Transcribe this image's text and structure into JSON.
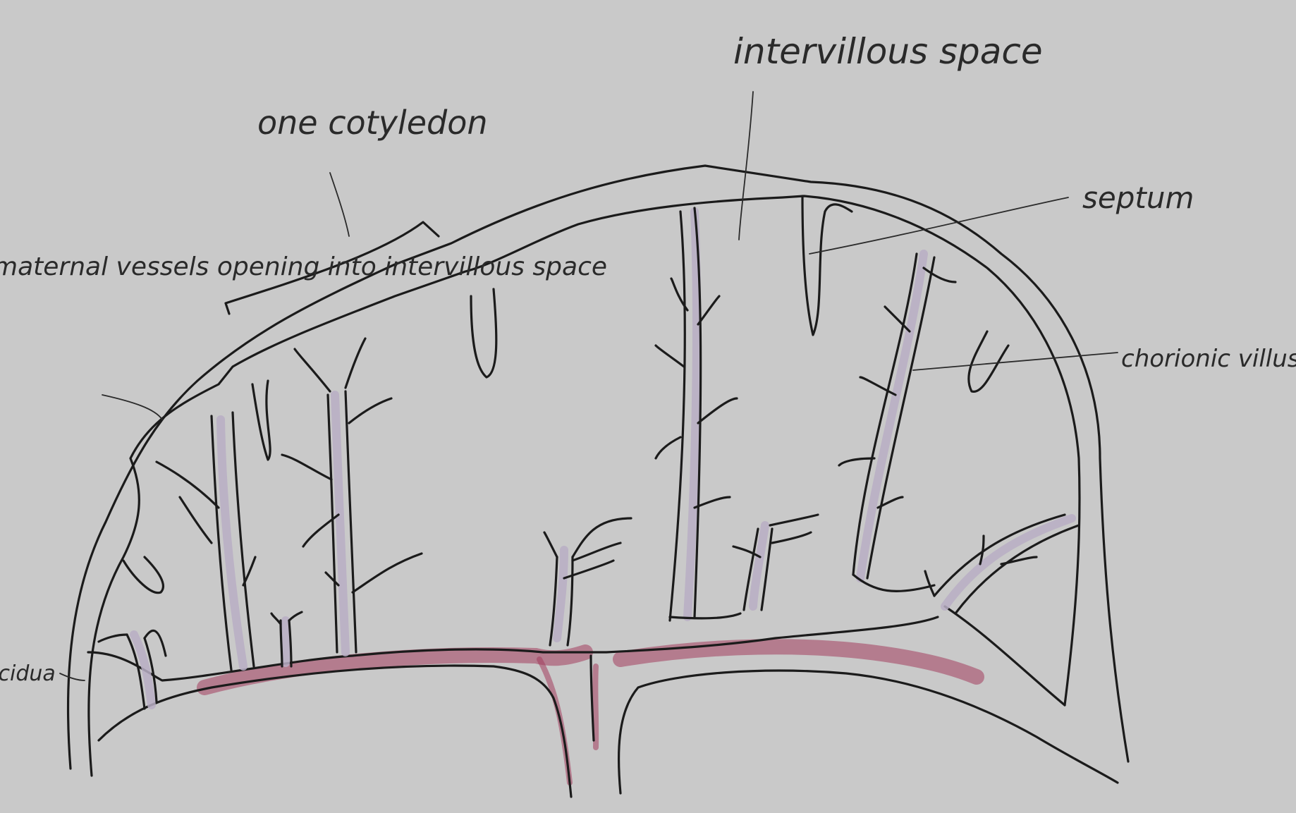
{
  "labels": {
    "intervillous_space": "intervillous space",
    "one_cotyledon": "one cotyledon",
    "septum": "septum",
    "maternal_vessels": "maternal vessels opening into intervillous space",
    "chorionic_villus": "chorionic villus",
    "decidua": "decidua"
  },
  "colors": {
    "paper": "#c9c9c9",
    "ink": "#1b1b1b",
    "villus_shading": "#b9aec4",
    "decidua_wash": "#a33c5c"
  }
}
